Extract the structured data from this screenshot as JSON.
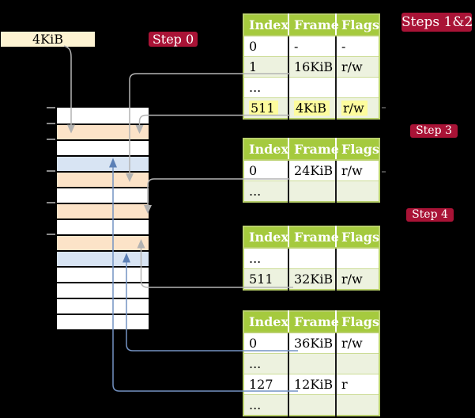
{
  "palette": {
    "background": "#000000",
    "badge_red": "#a91336",
    "header_green": "#a5ca3e",
    "row_light_green": "#edf2df",
    "table_border_green": "#b9d06c",
    "highlight_yellow": "#fdfc9e",
    "frame_box_cream": "#fdf3d2",
    "memory_pagetable_orange": "#fce3c8",
    "memory_mapped_page_blue": "#d8e4f3",
    "gray_connector": "#b4b4b4",
    "blue_connector": "#7493c3"
  },
  "labels": {
    "frame_size": "4KiB",
    "step0": "Step 0",
    "steps_1_2": "Steps 1&2",
    "step3": "Step 3",
    "step4": "Step 4"
  },
  "memory": {
    "rows": [
      "free",
      "table",
      "free",
      "page",
      "table",
      "free",
      "table",
      "free",
      "table",
      "page",
      "free",
      "free",
      "free",
      "free"
    ],
    "tick_ys": [
      136,
      156,
      176,
      216,
      256,
      296
    ]
  },
  "tables": [
    {
      "headers": [
        "Index",
        "Frame",
        "Flags"
      ],
      "rows": [
        [
          "0",
          "-",
          "-"
        ],
        [
          "1",
          "16KiB",
          "r/w"
        ],
        [
          "...",
          "",
          ""
        ],
        [
          "511",
          "4KiB",
          "r/w"
        ]
      ],
      "highlight_row_index": 3
    },
    {
      "headers": [
        "Index",
        "Frame",
        "Flags"
      ],
      "rows": [
        [
          "0",
          "24KiB",
          "r/w"
        ],
        [
          "...",
          "",
          ""
        ]
      ]
    },
    {
      "headers": [
        "Index",
        "Frame",
        "Flags"
      ],
      "rows": [
        [
          "...",
          "",
          ""
        ],
        [
          "511",
          "32KiB",
          "r/w"
        ]
      ]
    },
    {
      "headers": [
        "Index",
        "Frame",
        "Flags"
      ],
      "rows": [
        [
          "0",
          "36KiB",
          "r/w"
        ],
        [
          "...",
          "",
          ""
        ],
        [
          "127",
          "12KiB",
          "r"
        ],
        [
          "...",
          "",
          ""
        ]
      ]
    }
  ]
}
